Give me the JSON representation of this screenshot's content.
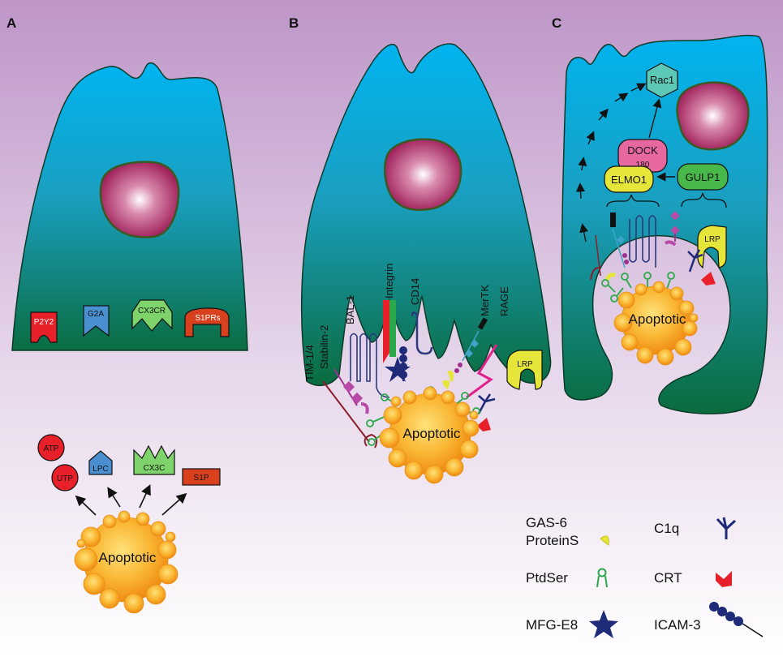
{
  "panels": {
    "A": {
      "label": "A",
      "receptors": [
        "P2Y2",
        "G2A",
        "CX3CR",
        "S1PRs"
      ],
      "signals": [
        "ATP",
        "UTP",
        "LPC",
        "CX3C",
        "S1P"
      ],
      "apoptotic": "Apoptotic"
    },
    "B": {
      "label": "B",
      "receptors": [
        "TIM-1/4",
        "Stabilin-2",
        "BAL-1",
        "Integrin",
        "CD14",
        "MerTK",
        "RAGE",
        "LRP"
      ],
      "apoptotic": "Apoptotic"
    },
    "C": {
      "label": "C",
      "rac1": "Rac1",
      "dock_line1": "DOCK",
      "dock_line2": "180",
      "elmo1": "ELMO1",
      "gulp1": "GULP1",
      "lrp": "LRP",
      "apoptotic": "Apoptotic"
    }
  },
  "legend": {
    "gas6_line1": "GAS-6",
    "gas6_line2": "ProteinS",
    "c1q": "C1q",
    "ptdser": "PtdSer",
    "crt": "CRT",
    "mfge8": "MFG-E8",
    "icam3": "ICAM-3"
  },
  "colors": {
    "cell_top": "#00B4F0",
    "cell_bottom": "#0A6B3C",
    "nucleus": "#A01C5A",
    "apoptotic": "#F7A320",
    "bg_top": "#BE96C8",
    "bg_bottom": "#FFFFFF",
    "signal_red": "#E8202A",
    "receptor_blue": "#4A8FD0",
    "receptor_green": "#7ED36A",
    "receptor_orange": "#D9411E",
    "ptdser_green": "#2BA84A",
    "mfg_blue": "#1F2A78",
    "lrp_yellow": "#E6E53A",
    "dock_pink": "#E768A0",
    "rac_teal": "#5EC8B6",
    "gulp_green": "#49B84A"
  }
}
